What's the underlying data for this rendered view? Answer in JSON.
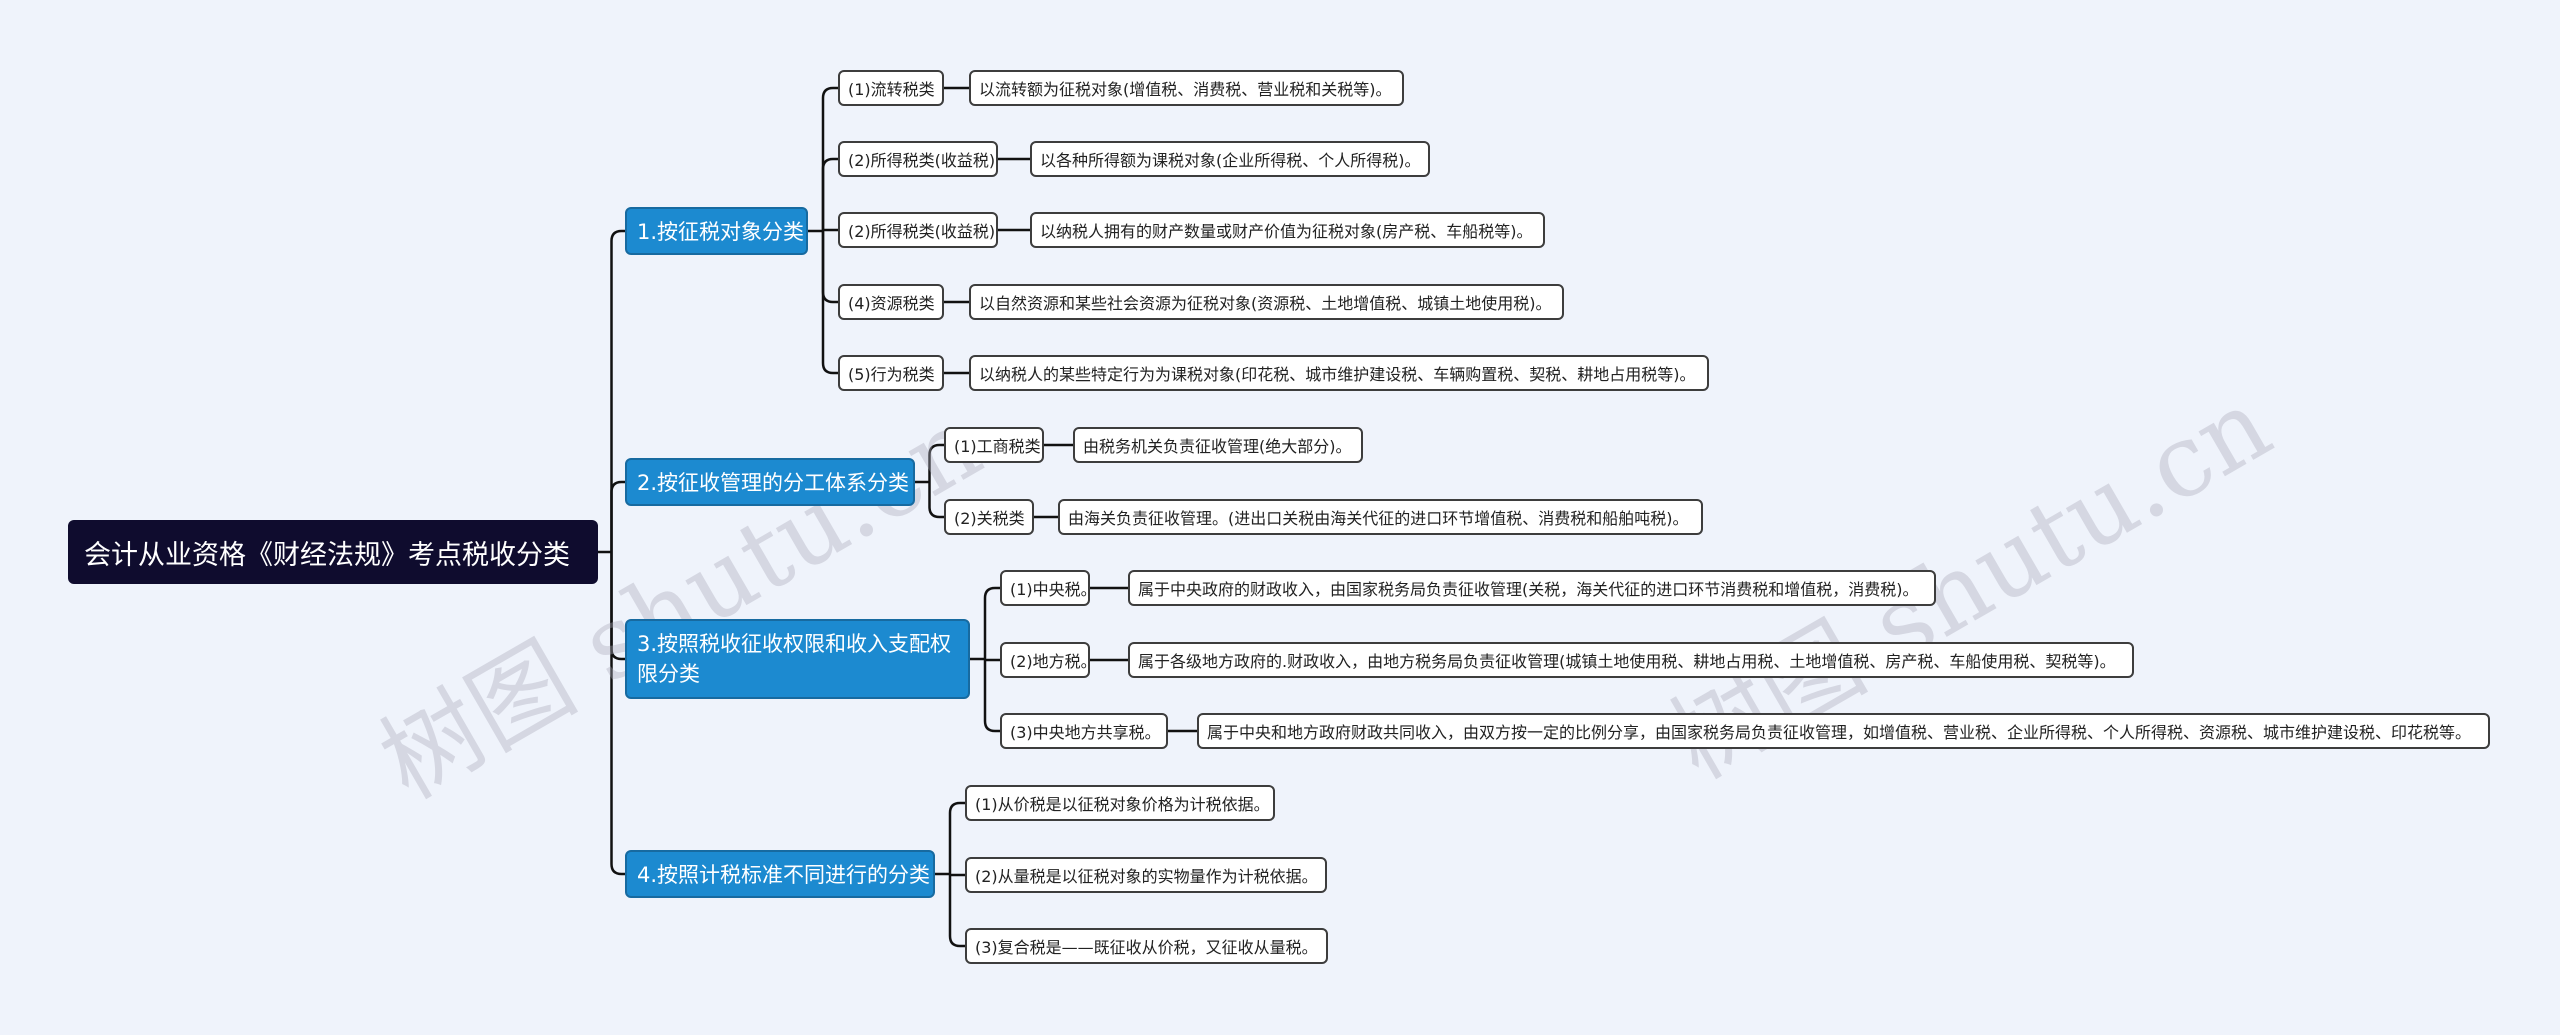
{
  "root": {
    "label": "会计从业资格《财经法规》考点税收分类"
  },
  "branches": [
    {
      "label": "1.按征税对象分类",
      "children": [
        {
          "label": "(1)流转税类",
          "detail": "以流转额为征税对象(增值税、消费税、营业税和关税等)。"
        },
        {
          "label": "(2)所得税类(收益税)",
          "detail": "以各种所得额为课税对象(企业所得税、个人所得税)。"
        },
        {
          "label": "(2)所得税类(收益税)",
          "detail": "以纳税人拥有的财产数量或财产价值为征税对象(房产税、车船税等)。"
        },
        {
          "label": "(4)资源税类",
          "detail": "以自然资源和某些社会资源为征税对象(资源税、土地增值税、城镇土地使用税)。"
        },
        {
          "label": "(5)行为税类",
          "detail": "以纳税人的某些特定行为为课税对象(印花税、城市维护建设税、车辆购置税、契税、耕地占用税等)。"
        }
      ]
    },
    {
      "label": "2.按征收管理的分工体系分类",
      "children": [
        {
          "label": "(1)工商税类",
          "detail": "由税务机关负责征收管理(绝大部分)。"
        },
        {
          "label": "(2)关税类",
          "detail": "由海关负责征收管理。(进出口关税由海关代征的进口环节增值税、消费税和船舶吨税)。"
        }
      ]
    },
    {
      "label": "3.按照税收征收权限和收入支配权限分类",
      "children": [
        {
          "label": "(1)中央税。",
          "detail": "属于中央政府的财政收入，由国家税务局负责征收管理(关税，海关代征的进口环节消费税和增值税，消费税)。"
        },
        {
          "label": "(2)地方税。",
          "detail": "属于各级地方政府的.财政收入，由地方税务局负责征收管理(城镇土地使用税、耕地占用税、土地增值税、房产税、车船使用税、契税等)。"
        },
        {
          "label": "(3)中央地方共享税。",
          "detail": "属于中央和地方政府财政共同收入，由双方按一定的比例分享，由国家税务局负责征收管理，如增值税、营业税、企业所得税、个人所得税、资源税、城市维护建设税、印花税等。"
        }
      ]
    },
    {
      "label": "4.按照计税标准不同进行的分类",
      "children": [
        {
          "label": "(1)从价税是以征税对象价格为计税依据。"
        },
        {
          "label": "(2)从量税是以征税对象的实物量作为计税依据。"
        },
        {
          "label": "(3)复合税是——既征收从价税，又征收从量税。"
        }
      ]
    }
  ],
  "watermarks": [
    "树图 shutu.cn",
    "树图 shutu.cn"
  ],
  "colors": {
    "background": "#eff3fb",
    "root": "#0f0c2e",
    "branch": "#1c8ad0",
    "leaf_border": "#3d3d3d",
    "edge": "#111111"
  }
}
